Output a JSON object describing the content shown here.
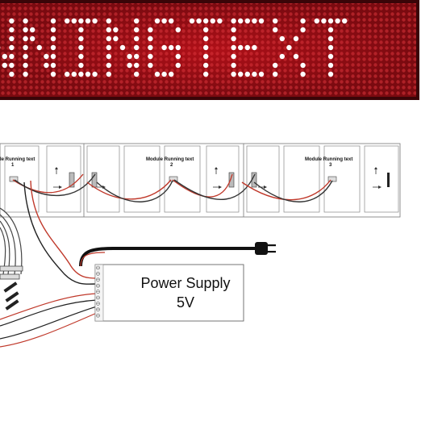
{
  "banner": {
    "text": "NNINGTEXT",
    "led_color": "#ffffff",
    "board_color": "#b5121b"
  },
  "modules": [
    {
      "label": "Module Running text",
      "number": "1",
      "display_label": "le Running text"
    },
    {
      "label": "Module Running text",
      "number": "2",
      "display_label": "Module Running text"
    },
    {
      "label": "Module Running text",
      "number": "3",
      "display_label": "Module Running text"
    }
  ],
  "power_supply": {
    "line1": "Power Supply",
    "line2": "5V"
  },
  "colors": {
    "wire_red": "#c0392b",
    "wire_black": "#222222",
    "outline": "#555555"
  }
}
